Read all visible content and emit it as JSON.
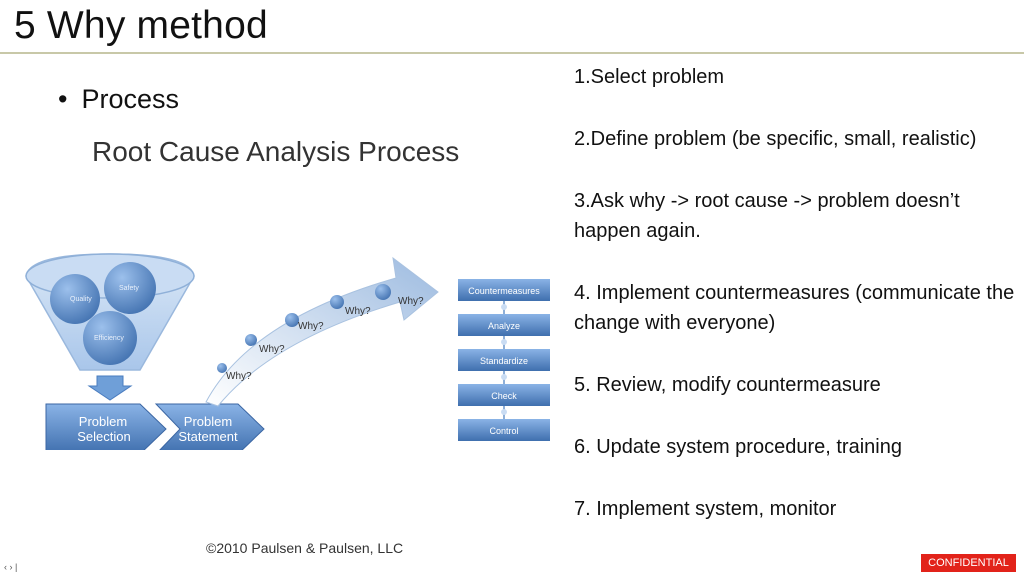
{
  "title": "5 Why method",
  "bullet": "Process",
  "rca_title": "Root Cause Analysis Process",
  "copyright": "©2010 Paulsen & Paulsen, LLC",
  "funnel": {
    "circles": [
      "Quality",
      "Safety",
      "Efficiency"
    ]
  },
  "arrows": [
    "Problem Selection",
    "Problem Statement"
  ],
  "whys": [
    "Why?",
    "Why?",
    "Why?",
    "Why?",
    "Why?"
  ],
  "process_steps": [
    "Countermeasures",
    "Analyze",
    "Standardize",
    "Check",
    "Control"
  ],
  "steps": [
    "1.Select problem",
    "2.Define problem (be specific, small, realistic)",
    "3.Ask why -> root cause -> problem doesn’t happen again.",
    "4. Implement countermeasures (communicate the change with everyone)",
    "5. Review, modify countermeasure",
    "6. Update system procedure, training",
    "7. Implement system, monitor"
  ],
  "footer": {
    "slide_number": "‹ › |",
    "confidential": "CONFIDENTIAL"
  },
  "colors": {
    "accent_blue": "#6f9fd8",
    "dark_blue": "#3f6fae",
    "confidential_red": "#e2231a"
  }
}
